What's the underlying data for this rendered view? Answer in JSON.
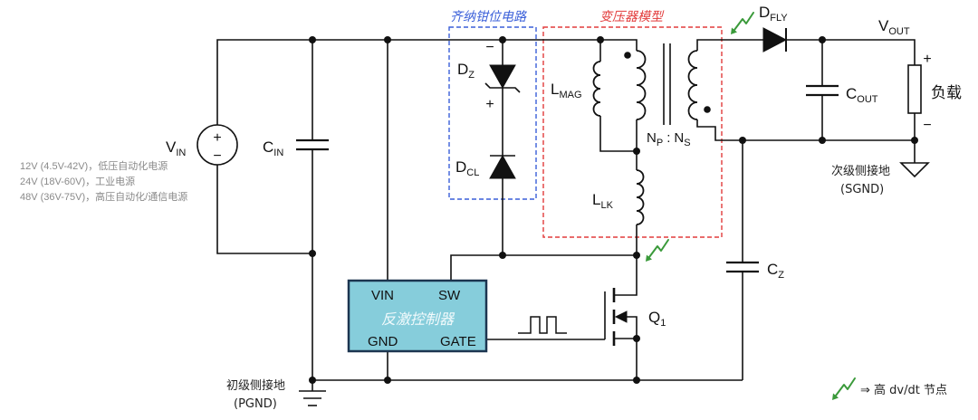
{
  "diagram": {
    "zener_clamp_title": "齐纳钳位电路",
    "transformer_model_title": "变压器模型"
  },
  "components": {
    "vin": {
      "main": "V",
      "sub": "IN",
      "plus": "+",
      "minus": "−"
    },
    "cin": {
      "main": "C",
      "sub": "IN"
    },
    "dz": {
      "main": "D",
      "sub": "Z",
      "minus": "−",
      "plus": "+"
    },
    "dcl": {
      "main": "D",
      "sub": "CL"
    },
    "lmag": {
      "main": "L",
      "sub": "MAG"
    },
    "llk": {
      "main": "L",
      "sub": "LK"
    },
    "turns_ratio": {
      "np_main": "N",
      "np_sub": "P",
      "separator": ":",
      "ns_main": "N",
      "ns_sub": "S"
    },
    "dfly": {
      "main": "D",
      "sub": "FLY"
    },
    "vout": {
      "main": "V",
      "sub": "OUT"
    },
    "cout": {
      "main": "C",
      "sub": "OUT"
    },
    "cz": {
      "main": "C",
      "sub": "Z"
    },
    "q1": {
      "main": "Q",
      "sub": "1"
    },
    "load": {
      "label": "负载",
      "plus": "+",
      "minus": "−"
    }
  },
  "vin_notes": [
    "12V (4.5V-42V)，低压自动化电源",
    "24V (18V-60V)，工业电源",
    "48V (36V-75V)，高压自动化/通信电源"
  ],
  "controller": {
    "title": "反激控制器",
    "pins": {
      "vin": "VIN",
      "sw": "SW",
      "gnd": "GND",
      "gate": "GATE"
    }
  },
  "grounds": {
    "primary": {
      "name": "初级侧接地",
      "tag": "(PGND)"
    },
    "secondary": {
      "name": "次级侧接地",
      "tag": "(SGND)"
    }
  },
  "legend": {
    "icon": "green-lightning-arrow-icon",
    "text": "⇒ 高 dv/dt 节点"
  },
  "colors": {
    "zener_clamp_box": "#3a5fd9",
    "transformer_box": "#e23b3b",
    "controller_fill": "#86cddb",
    "controller_border": "#1c3550",
    "dvdt_marker": "#3a9a3a",
    "notes_text": "#8a8a8a"
  }
}
